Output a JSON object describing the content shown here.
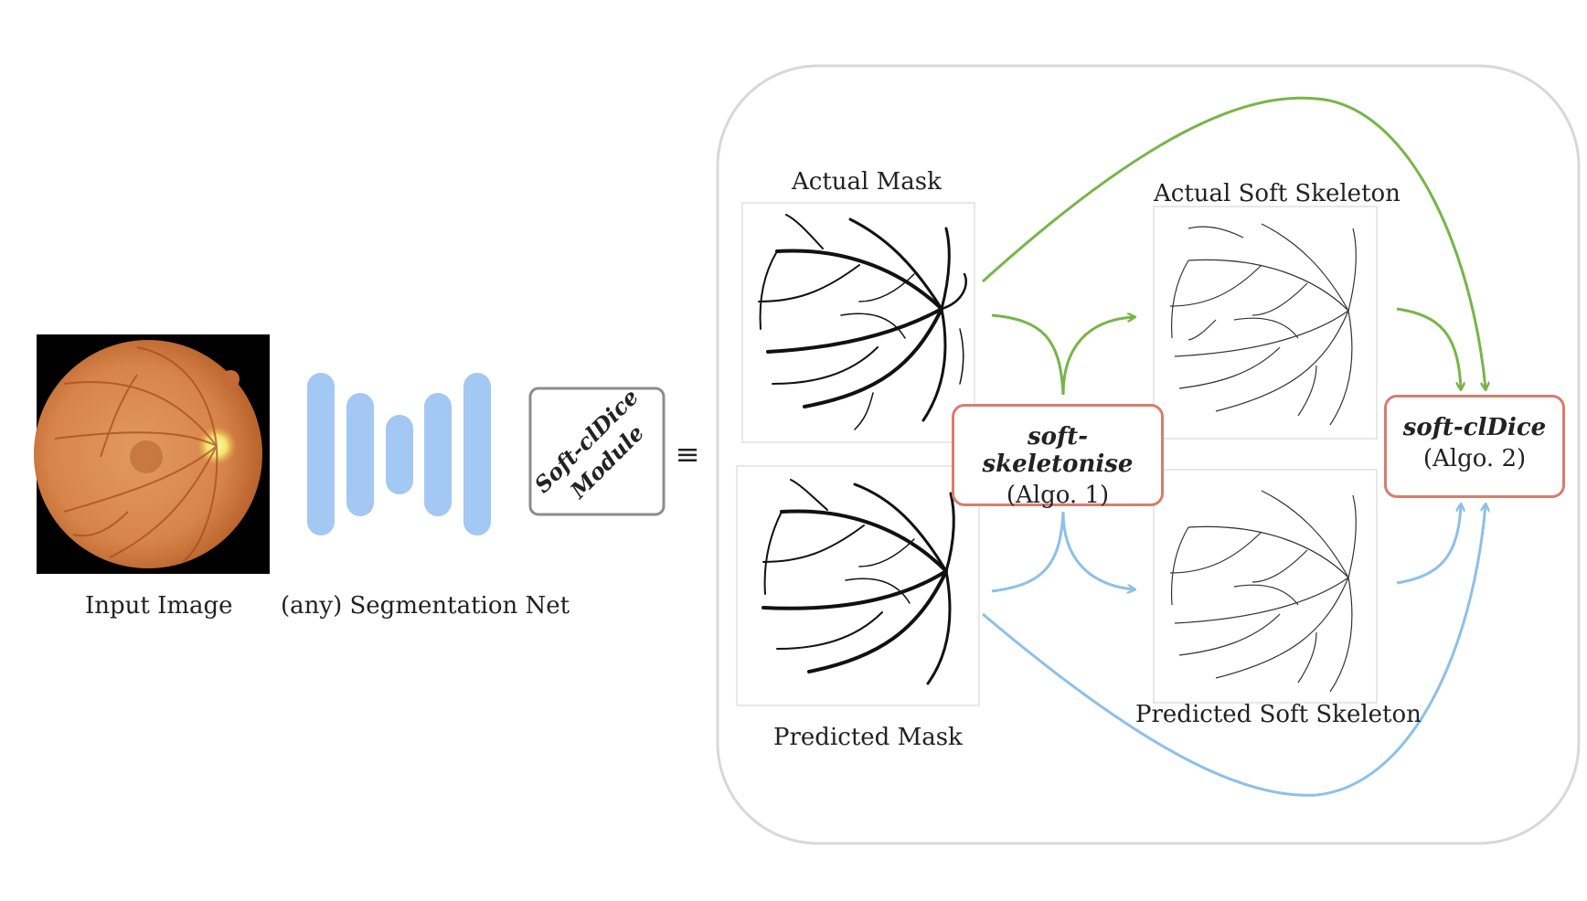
{
  "input": {
    "label": "Input Image"
  },
  "net": {
    "label": "(any) Segmentation Net"
  },
  "module": {
    "label_line1": "Soft-clDice",
    "label_line2": "Module"
  },
  "equiv": {
    "symbol": "≡"
  },
  "actual_mask": {
    "label": "Actual Mask"
  },
  "predicted_mask": {
    "label": "Predicted Mask"
  },
  "actual_skeleton": {
    "label": "Actual Soft Skeleton"
  },
  "predicted_skeleton": {
    "label": "Predicted Soft Skeleton"
  },
  "skeletonise": {
    "title": "soft-skeletonise",
    "sub": "(Algo. 1)"
  },
  "cldice": {
    "title": "soft-clDice",
    "sub": "(Algo. 2)"
  },
  "colors": {
    "green_arrow": "#76b547",
    "blue_arrow": "#8cc0ea",
    "net_bars": "#a3c8f3",
    "box_red": "#d97c6c",
    "module_border": "#8c8c8c",
    "outer_border": "#d8d8d8"
  }
}
